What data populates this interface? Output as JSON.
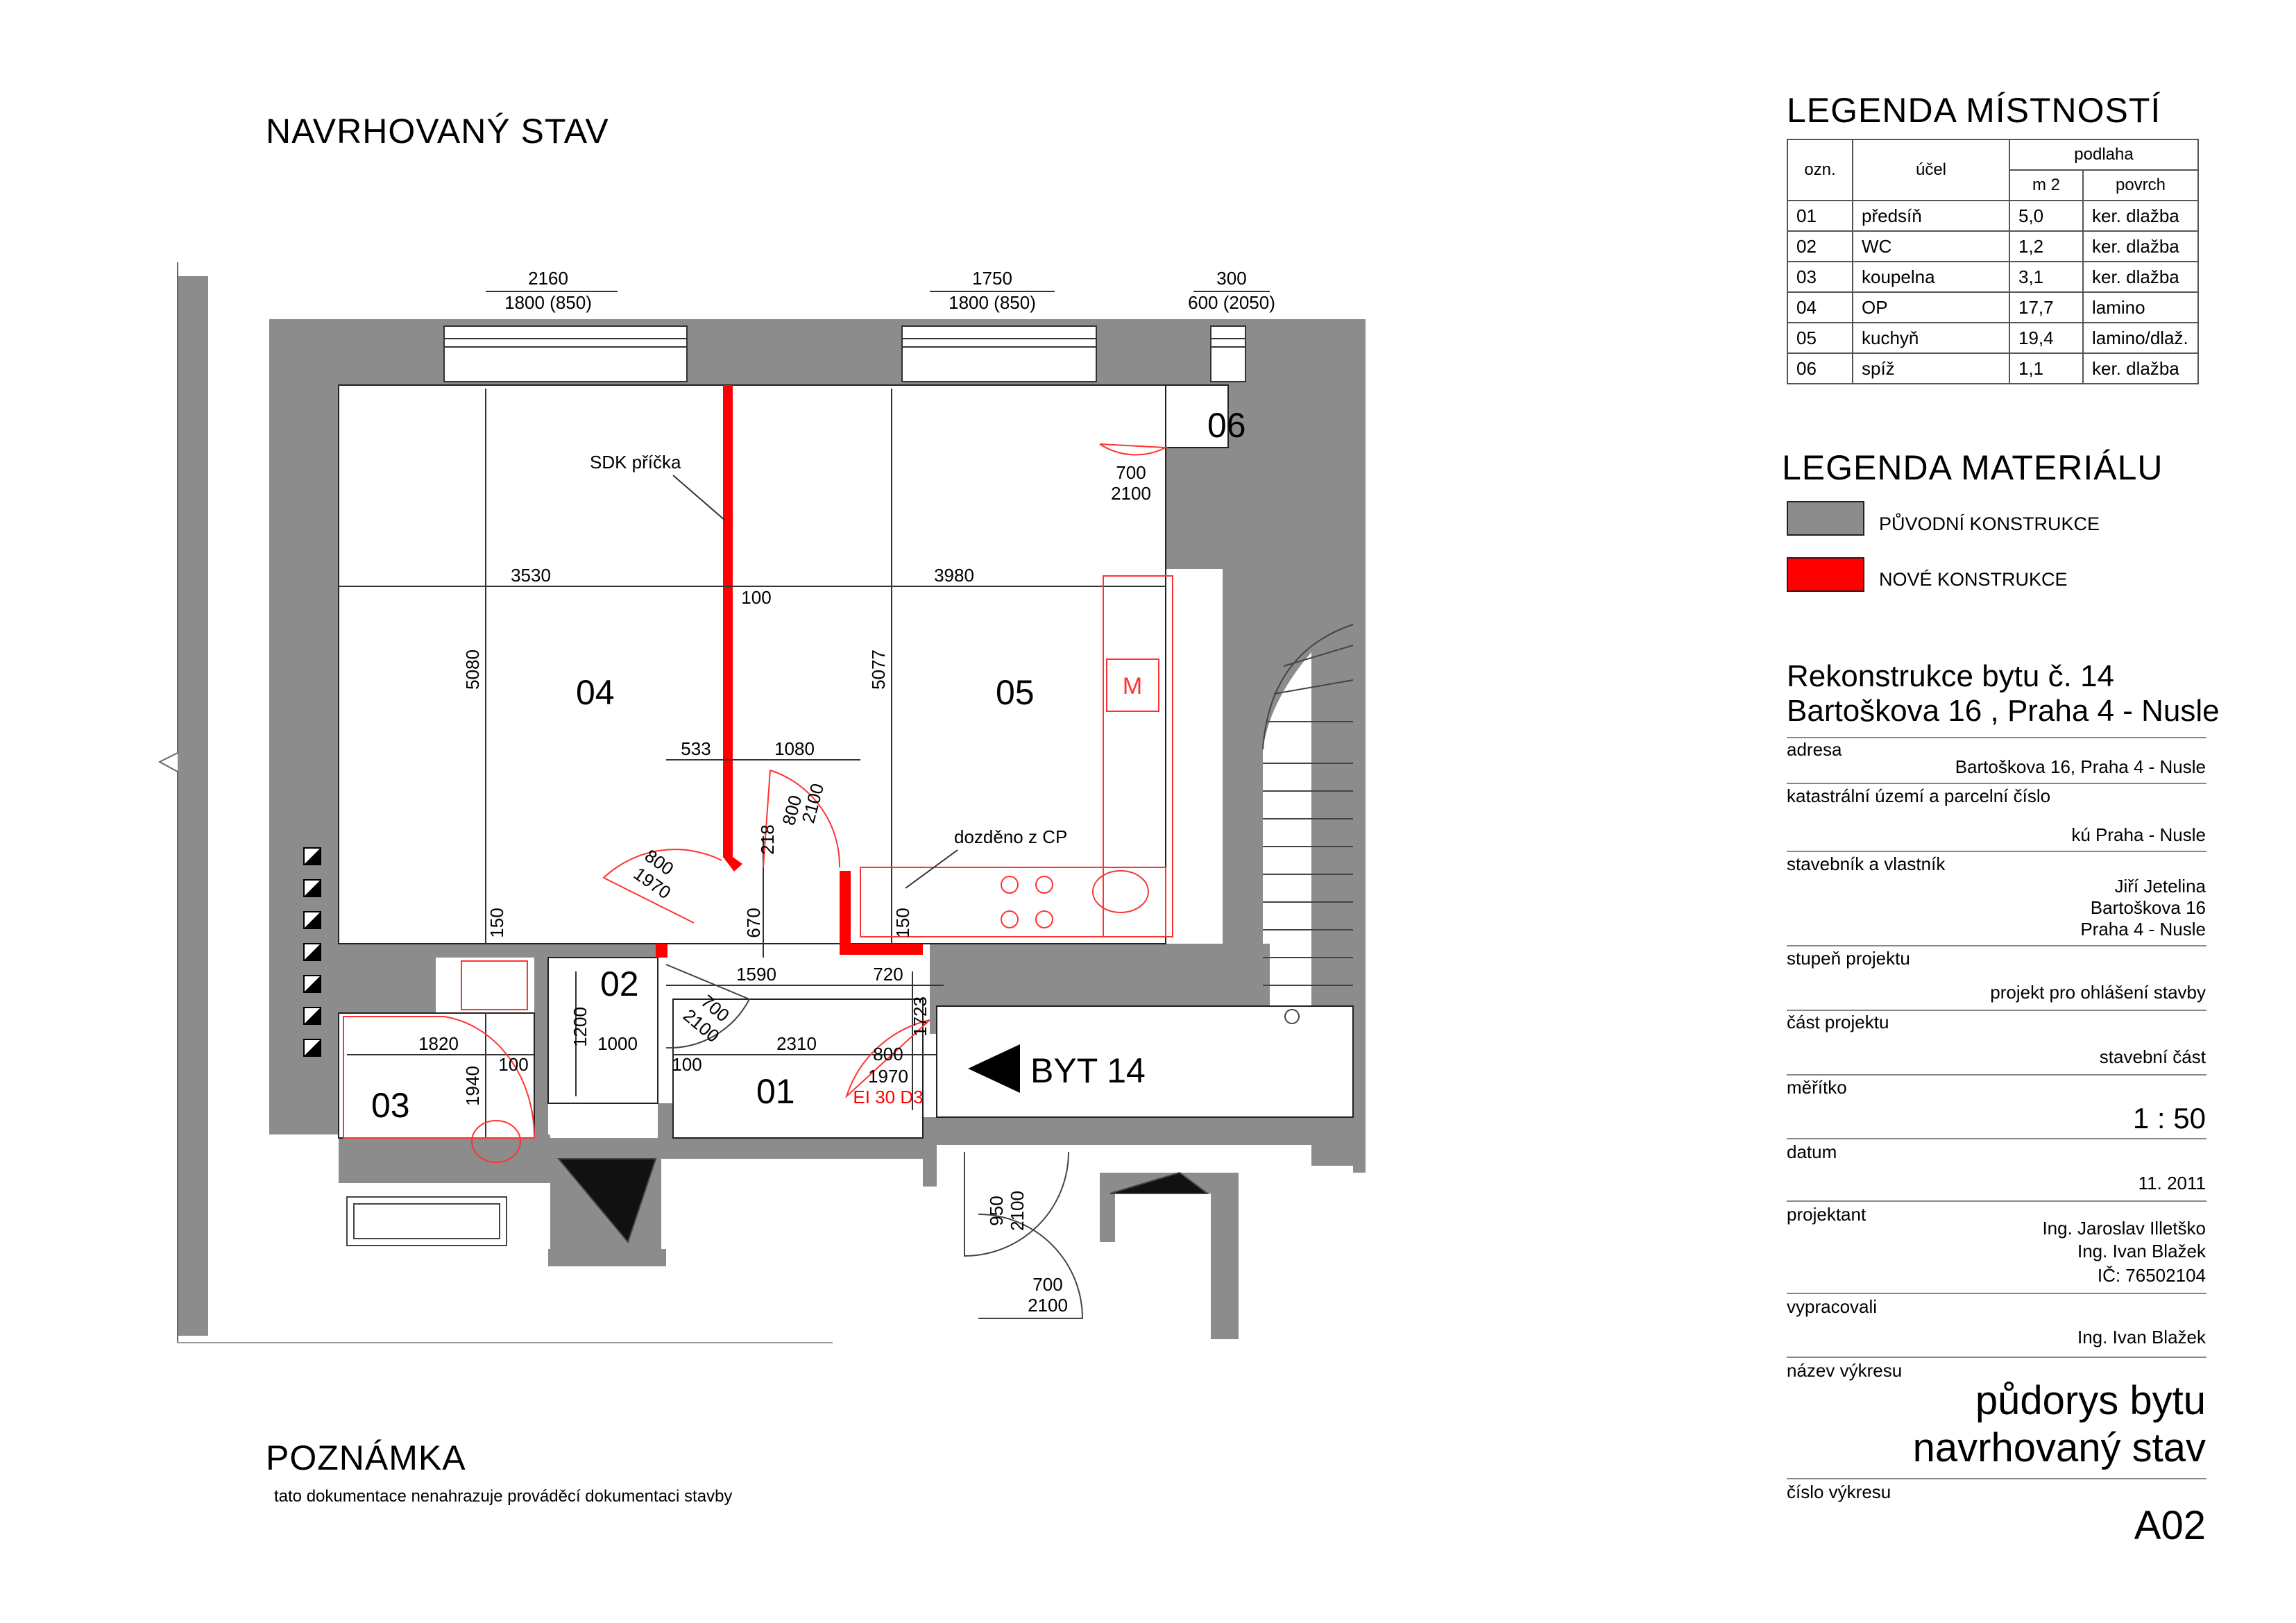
{
  "headings": {
    "plan_title": "NAVRHOVANÝ STAV",
    "note_title": "POZNÁMKA",
    "note_text": "tato dokumentace nenahrazuje prováděcí dokumentaci stavby"
  },
  "room_legend": {
    "title": "LEGENDA MÍSTNOSTÍ",
    "headers": {
      "code": "ozn.",
      "purpose": "účel",
      "floor": "podlaha",
      "area": "m 2",
      "surface": "povrch"
    },
    "rows": [
      {
        "code": "01",
        "purpose": "předsíň",
        "area": "5,0",
        "surface": "ker. dlažba"
      },
      {
        "code": "02",
        "purpose": "WC",
        "area": "1,2",
        "surface": "ker. dlažba"
      },
      {
        "code": "03",
        "purpose": "koupelna",
        "area": "3,1",
        "surface": "ker. dlažba"
      },
      {
        "code": "04",
        "purpose": "OP",
        "area": "17,7",
        "surface": "lamino"
      },
      {
        "code": "05",
        "purpose": "kuchyň",
        "area": "19,4",
        "surface": "lamino/dlaž."
      },
      {
        "code": "06",
        "purpose": "spíž",
        "area": "1,1",
        "surface": "ker. dlažba"
      }
    ]
  },
  "material_legend": {
    "title": "LEGENDA MATERIÁLU",
    "items": [
      {
        "label": "PŮVODNÍ KONSTRUKCE",
        "color": "#8c8c8c"
      },
      {
        "label": "NOVÉ KONSTRUKCE",
        "color": "#ff0000"
      }
    ]
  },
  "title_block": {
    "project_line1": "Rekonstrukce bytu č. 14",
    "project_line2": "Bartoškova 16 , Praha 4 - Nusle",
    "address_label": "adresa",
    "address_value": "Bartoškova 16, Praha 4 - Nusle",
    "cadastre_label": "katastrální území a parcelní číslo",
    "cadastre_value": "kú Praha - Nusle",
    "owner_label": "stavebník a vlastník",
    "owner_lines": [
      "Jiří Jetelina",
      "Bartoškova 16",
      "Praha 4 - Nusle"
    ],
    "stage_label": "stupeň projektu",
    "stage_value": "projekt pro ohlášení stavby",
    "part_label": "část projektu",
    "part_value": "stavební část",
    "scale_label": "měřítko",
    "scale_value": "1 : 50",
    "date_label": "datum",
    "date_value": "11. 2011",
    "designer_label": "projektant",
    "designer_lines": [
      "Ing. Jaroslav Illetško",
      "Ing. Ivan Blažek",
      "IČ: 76502104"
    ],
    "prepared_label": "vypracovali",
    "prepared_value": "Ing. Ivan Blažek",
    "drawing_name_label": "název výkresu",
    "drawing_name_lines": [
      "půdorys bytu",
      "navrhovaný stav"
    ],
    "drawing_no_label": "číslo výkresu",
    "drawing_no_value": "A02"
  },
  "plan": {
    "rooms": {
      "r01": "01",
      "r02": "02",
      "r03": "03",
      "r04": "04",
      "r05": "05",
      "r06": "06"
    },
    "apartment_label": "BYT 14",
    "notes": {
      "partition": "SDK příčka",
      "masonry": "dozděno z CP",
      "fire_door": "EI 30 D3",
      "microwave": "M"
    },
    "windows": [
      {
        "top": "2160",
        "bottom": "1800 (850)"
      },
      {
        "top": "1750",
        "bottom": "1800 (850)"
      },
      {
        "top": "300",
        "bottom": "600 (2050)"
      }
    ],
    "dims": {
      "d3530": "3530",
      "d3980": "3980",
      "d100a": "100",
      "d5080": "5080",
      "d5077": "5077",
      "d533": "533",
      "d1080": "1080",
      "d218": "218",
      "d670": "670",
      "d150a": "150",
      "d150b": "150",
      "d1590": "1590",
      "d720": "720",
      "d1723": "1723",
      "d2310": "2310",
      "d1820": "1820",
      "d100b": "100",
      "d100c": "100",
      "d1000": "1000",
      "d1200": "1200",
      "d1940": "1940"
    },
    "doors": {
      "k06": {
        "w": "700",
        "h": "2100"
      },
      "k04": {
        "w": "800",
        "h": "1970"
      },
      "k05": {
        "w": "800",
        "h": "2100"
      },
      "k02": {
        "w": "700",
        "h": "2100"
      },
      "kent": {
        "w": "800",
        "h": "1970"
      },
      "k950": {
        "w": "950",
        "h": "2100"
      },
      "k700": {
        "w": "700",
        "h": "2100"
      }
    }
  }
}
